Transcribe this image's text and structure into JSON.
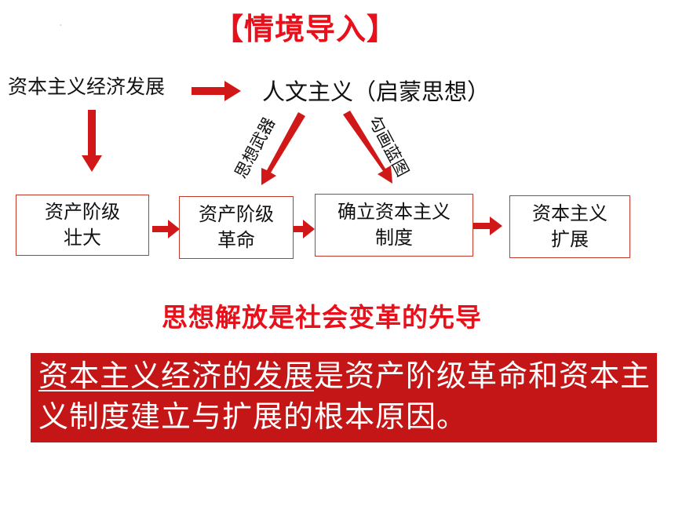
{
  "title": "【情境导入】",
  "origin_label": "资本主义经济发展",
  "humanism_label": "人文主义（启蒙思想）",
  "label_left": "思想武器",
  "label_right": "勾画蓝图",
  "boxes": {
    "b1": {
      "line1": "资产阶级",
      "line2": "壮大"
    },
    "b2": {
      "line1": "资产阶级",
      "line2": "革命"
    },
    "b3": {
      "line1": "确立资本主义",
      "line2": "制度"
    },
    "b4": {
      "line1": "资本主义",
      "line2": "扩展"
    }
  },
  "slogan": "思想解放是社会变革的先导",
  "conclusion": {
    "underlined": "资本主义经济的发展",
    "rest": "是资产阶级革命和资本主义制度建立与扩展的根本原因。"
  },
  "colors": {
    "accent": "#e8101a",
    "arrow": "#d01818",
    "banner": "#c41616"
  }
}
